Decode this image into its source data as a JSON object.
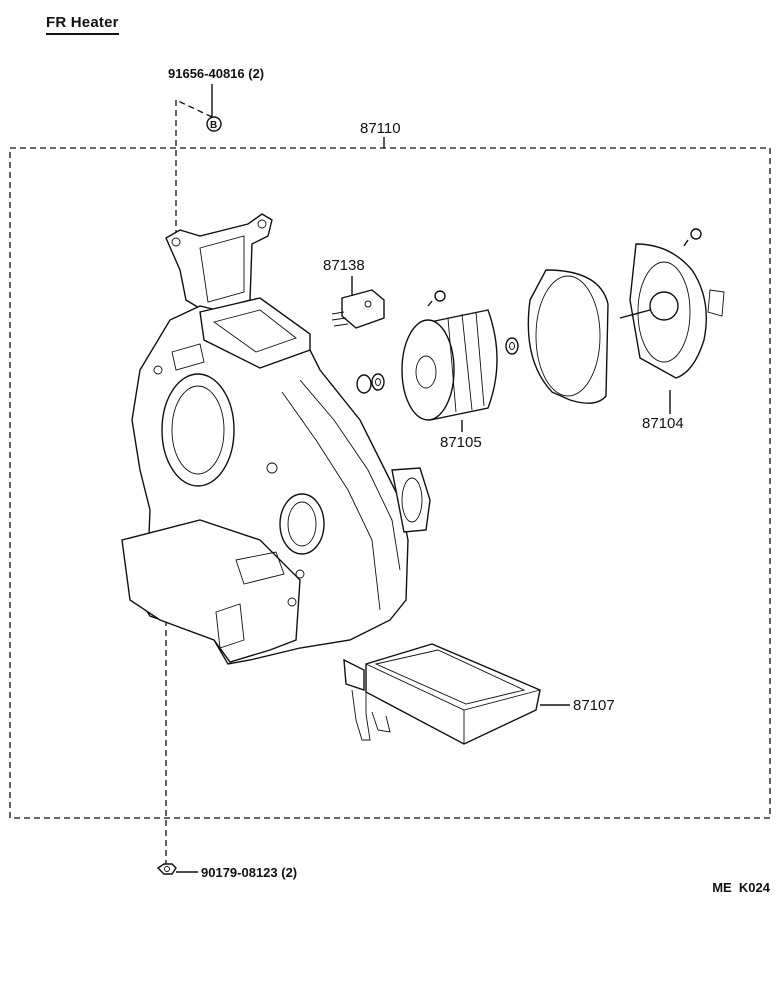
{
  "title": "FR Heater",
  "parts": {
    "assembly": "87110",
    "resistor": "87138",
    "fan": "87105",
    "motor": "87104",
    "core": "87107"
  },
  "fasteners": {
    "screw_top": "91656-40816 (2)",
    "screw_top_marker": "B",
    "nut_bottom": "90179-08123 (2)"
  },
  "figure_code": "ME  K024"
}
